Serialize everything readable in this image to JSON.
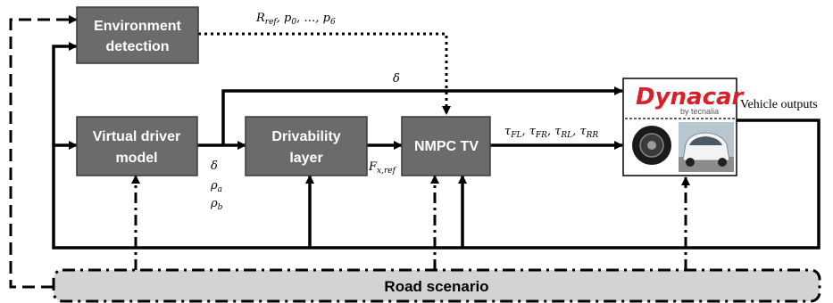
{
  "blocks": {
    "environment_detection": [
      "Environment",
      "detection"
    ],
    "virtual_driver": [
      "Virtual driver",
      "model"
    ],
    "drivability": [
      "Drivability",
      "layer"
    ],
    "nmpc": "NMPC TV",
    "road_scenario": "Road scenario"
  },
  "dynacar": {
    "logo": "Dynacar",
    "subtitle": "by tecnalia"
  },
  "signals": {
    "env_output": "R_ref, p_0, …, p_6",
    "delta_top": "δ",
    "driver_outputs": [
      "δ",
      "ρ_a",
      "ρ_b"
    ],
    "force_ref": "F_x,ref",
    "torques": "τ_FL, τ_FR, τ_RL, τ_RR",
    "vehicle_outputs": "Vehicle outputs"
  },
  "colors": {
    "block_fill": "#6b6b6b",
    "road_fill": "#d3d3d3",
    "line": "#000000",
    "logo_red": "#d6202a"
  }
}
